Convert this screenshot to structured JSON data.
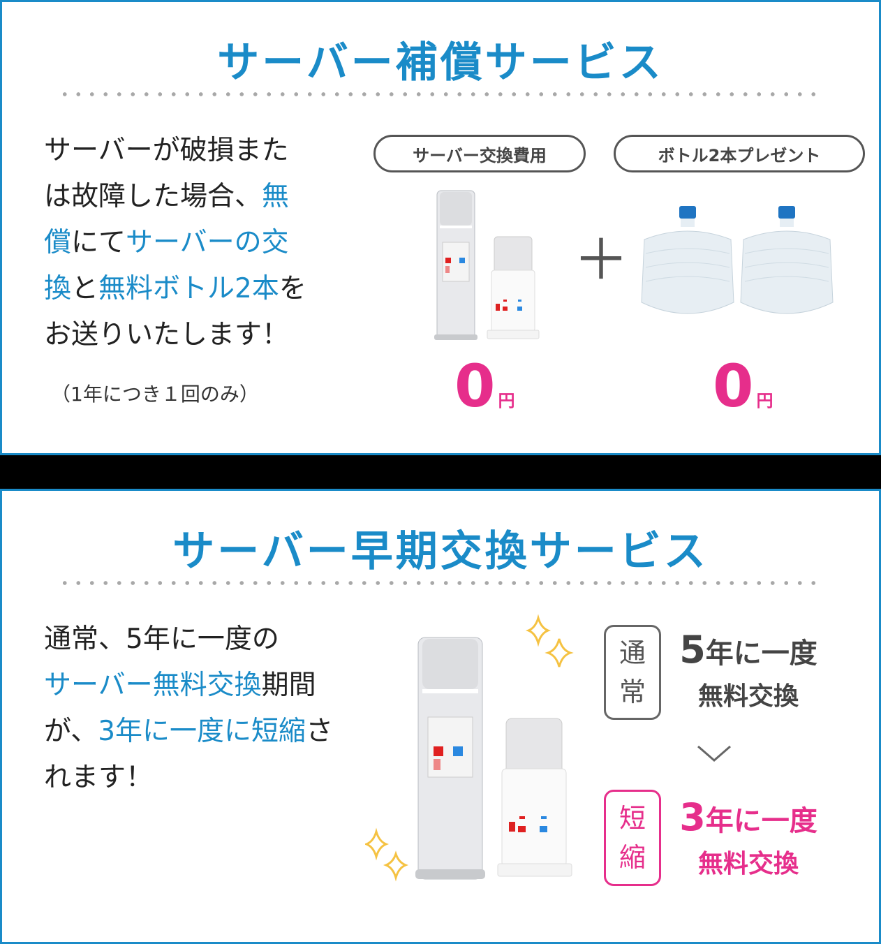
{
  "colors": {
    "brand_blue": "#1a8bc8",
    "accent_pink": "#e62e8b",
    "text_dark": "#222222",
    "gray": "#555555",
    "sparkle": "#f5c242"
  },
  "panel1": {
    "title": "サーバー補償サービス",
    "description_lines": [
      [
        {
          "text": "サーバーが破損また",
          "hl": false
        }
      ],
      [
        {
          "text": "は故障した場合、",
          "hl": false
        },
        {
          "text": "無",
          "hl": true
        }
      ],
      [
        {
          "text": "償",
          "hl": true
        },
        {
          "text": "にて",
          "hl": false
        },
        {
          "text": "サーバーの交",
          "hl": true
        }
      ],
      [
        {
          "text": "換",
          "hl": true
        },
        {
          "text": "と",
          "hl": false
        },
        {
          "text": "無料ボトル2本",
          "hl": true
        },
        {
          "text": "を",
          "hl": false
        }
      ],
      [
        {
          "text": "お送りいたします！",
          "hl": false
        }
      ]
    ],
    "note": "（1年につき１回のみ）",
    "pill_server": "サーバー交換費用",
    "pill_bottle": "ボトル2本プレゼント",
    "plus": "＋",
    "price_server": {
      "value": "0",
      "unit": "円"
    },
    "price_bottle": {
      "value": "0",
      "unit": "円"
    }
  },
  "panel2": {
    "title": "サーバー早期交換サービス",
    "description_lines": [
      [
        {
          "text": "通常、5年に一度の",
          "hl": false
        }
      ],
      [
        {
          "text": "サーバー無料交換",
          "hl": true
        },
        {
          "text": "期間",
          "hl": false
        }
      ],
      [
        {
          "text": "が、",
          "hl": false
        },
        {
          "text": "3年に一度に短縮",
          "hl": true
        },
        {
          "text": "さ",
          "hl": false
        }
      ],
      [
        {
          "text": "れます！",
          "hl": false
        }
      ]
    ],
    "normal": {
      "badge": [
        "通",
        "常"
      ],
      "years": "5",
      "line1_rest": "年に一度",
      "line2": "無料交換"
    },
    "shortened": {
      "badge": [
        "短",
        "縮"
      ],
      "years": "3",
      "line1_rest": "年に一度",
      "line2": "無料交換"
    }
  }
}
